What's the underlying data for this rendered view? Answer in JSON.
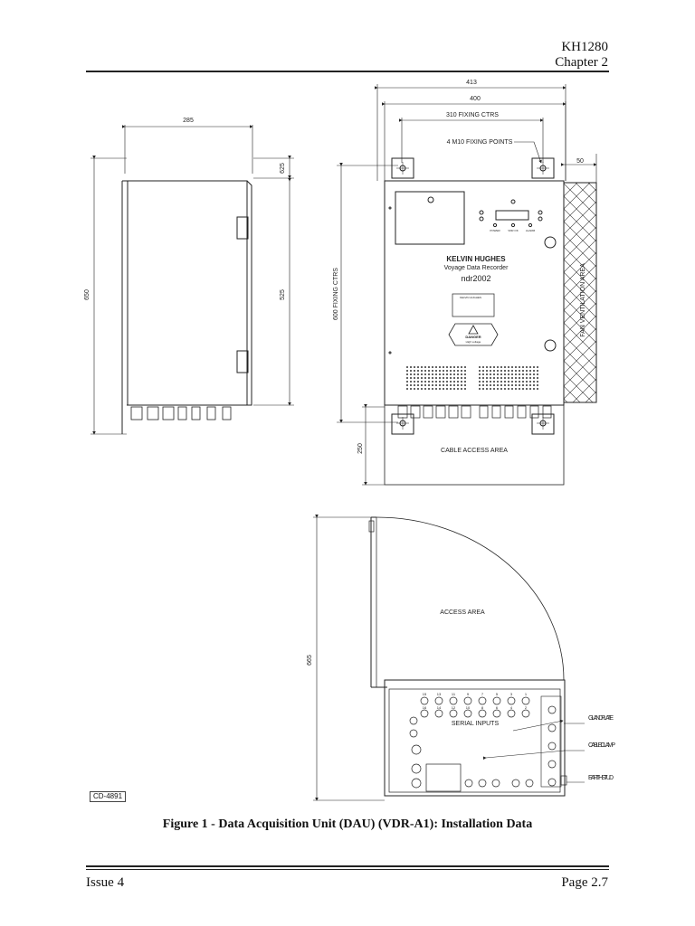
{
  "header": {
    "doc_id": "KH1280",
    "chapter": "Chapter 2"
  },
  "drawing": {
    "side_view": {
      "width_dim": "285",
      "top_dim": "625",
      "height_dim": "650",
      "inner_dim": "525"
    },
    "front_view": {
      "dim_overall": "413",
      "dim_width": "400",
      "dim_fixing": "310 FIXING CTRS",
      "fixing_note": "4 M10 FIXING POINTS",
      "dim_fan": "50",
      "dim_vertical_fixing": "600 FIXING CTRS",
      "dim_cable": "250",
      "brand": "KELVIN HUGHES",
      "product": "Voyage Data Recorder",
      "model": "ndr2002",
      "plate_brand": "KELVIN HUGHES",
      "danger_label": "DANGER",
      "danger_sub": "High voltage",
      "indicators": [
        "POWER",
        "VDR OK",
        "ALARM"
      ],
      "cable_area": "CABLE ACCESS AREA",
      "fan_area": "FAN VENTILATION AREA"
    },
    "plan_view": {
      "height_dim": "665",
      "access_area": "ACCESS AREA",
      "serial_inputs": "SERIAL INPUTS",
      "port_numbers_top": [
        "15",
        "13",
        "11",
        "9",
        "7",
        "5",
        "3",
        "1"
      ],
      "port_numbers_bottom": [
        "16",
        "14",
        "12",
        "10",
        "8",
        "6",
        "4",
        "2"
      ],
      "callouts": [
        "GLAND PLATE",
        "CABLE CLAMP",
        "EARTH STUD"
      ]
    },
    "drawing_ref": "CD-4891"
  },
  "caption": "Figure 1 - Data Acquisition Unit (DAU) (VDR-A1): Installation Data",
  "footer": {
    "issue": "Issue 4",
    "page": "Page 2.7"
  }
}
